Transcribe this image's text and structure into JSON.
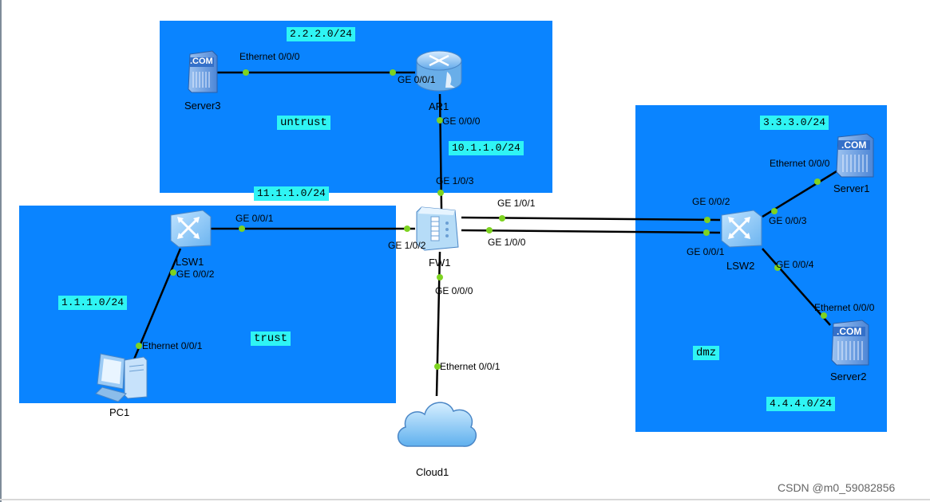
{
  "zones": {
    "untrust": "untrust",
    "trust": "trust",
    "dmz": "dmz"
  },
  "networks": {
    "untrust_net": "2.2.2.0/24",
    "ar_fw_net": "10.1.1.0/24",
    "fw_lsw1_net": "11.1.1.0/24",
    "trust_net": "1.1.1.0/24",
    "dmz_net_a": "3.3.3.0/24",
    "dmz_net_b": "4.4.4.0/24"
  },
  "devices": {
    "server3": {
      "label": "Server3",
      "badge": ".COM"
    },
    "ar1": {
      "label": "AR1"
    },
    "fw1": {
      "label": "FW1"
    },
    "lsw1": {
      "label": "LSW1"
    },
    "lsw2": {
      "label": "LSW2"
    },
    "pc1": {
      "label": "PC1"
    },
    "cloud1": {
      "label": "Cloud1"
    },
    "server1": {
      "label": "Server1",
      "badge": ".COM"
    },
    "server2": {
      "label": "Server2",
      "badge": ".COM"
    }
  },
  "ports": {
    "server3_eth": "Ethernet 0/0/0",
    "ar1_ge001": "GE 0/0/1",
    "ar1_ge000": "GE 0/0/0",
    "fw1_ge103": "GE 1/0/3",
    "fw1_ge101": "GE 1/0/1",
    "fw1_ge100": "GE 1/0/0",
    "fw1_ge102": "GE 1/0/2",
    "fw1_ge000": "GE 0/0/0",
    "lsw1_ge001": "GE 0/0/1",
    "lsw1_ge002": "GE 0/0/2",
    "pc1_eth": "Ethernet 0/0/1",
    "cloud1_eth": "Ethernet 0/0/1",
    "lsw2_ge002": "GE 0/0/2",
    "lsw2_ge001": "GE 0/0/1",
    "lsw2_ge003": "GE 0/0/3",
    "lsw2_ge004": "GE 0/0/4",
    "server1_eth": "Ethernet 0/0/0",
    "server2_eth": "Ethernet 0/0/0"
  },
  "watermark": "CSDN @m0_59082856",
  "colors": {
    "zone_fill": "#0a84ff",
    "label_fill": "#2ff4f4",
    "port_dot": "#7ed321",
    "link": "#000000"
  }
}
